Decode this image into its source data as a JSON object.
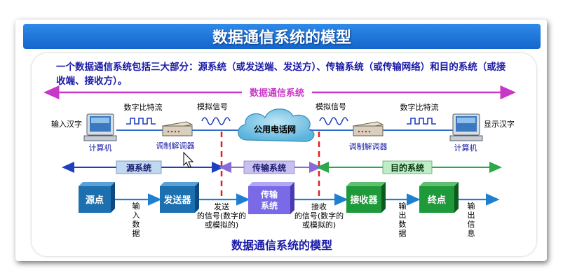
{
  "title": "数据通信系统的模型",
  "intro": "一个数据通信系统包括三大部分：源系统（或发送端、发送方）、传输系统（或传输网络）和目的系统（或接收端、接收方）。",
  "top_arrow_label": "数据通信系统",
  "labels": {
    "input_hanzi": "输入汉字",
    "display_hanzi": "显示汉字",
    "computer_left": "计算机",
    "computer_right": "计算机",
    "bitstream_left": "数字比特流",
    "bitstream_right": "数字比特流",
    "analog_left": "模拟信号",
    "analog_right": "模拟信号",
    "modem_left": "调制解调器",
    "modem_right": "调制解调器",
    "cloud": "公用电话网"
  },
  "systems": {
    "source": "源系统",
    "transmission": "传输系统",
    "destination": "目的系统"
  },
  "blocks": {
    "source_point": "源点",
    "transmitter": "发送器",
    "transmission_line1": "传输",
    "transmission_line2": "系统",
    "receiver": "接收器",
    "destination_point": "终点"
  },
  "annotations": {
    "input_data": [
      "输",
      "入",
      "数",
      "据"
    ],
    "send_signal": [
      "发送",
      "的信号(数字的",
      "或模拟的)"
    ],
    "recv_signal": [
      "接收",
      "的信号(数字的",
      "或模拟的)"
    ],
    "output_data": [
      "输",
      "出",
      "数",
      "据"
    ],
    "output_info": [
      "输",
      "出",
      "信",
      "息"
    ]
  },
  "caption": "数据通信系统的模型",
  "colors": {
    "title_bar": "#1a73d9",
    "intro_text": "#1a1aa8",
    "top_arrow": "#c838c8",
    "source_arrow": "#1f3fbf",
    "transmission_arrow": "#8a6ad8",
    "destination_arrow": "#2aa84a",
    "block_teal": "#1c70b0",
    "block_purple": "#7a6ae8",
    "block_green": "#1f9a3a",
    "dashed_red": "#e02020",
    "flow_arrow": "#2080d0"
  },
  "icons": [
    "computer-icon",
    "modem-icon",
    "cloud-icon",
    "digital-wave-icon",
    "analog-wave-icon",
    "cursor-icon"
  ]
}
